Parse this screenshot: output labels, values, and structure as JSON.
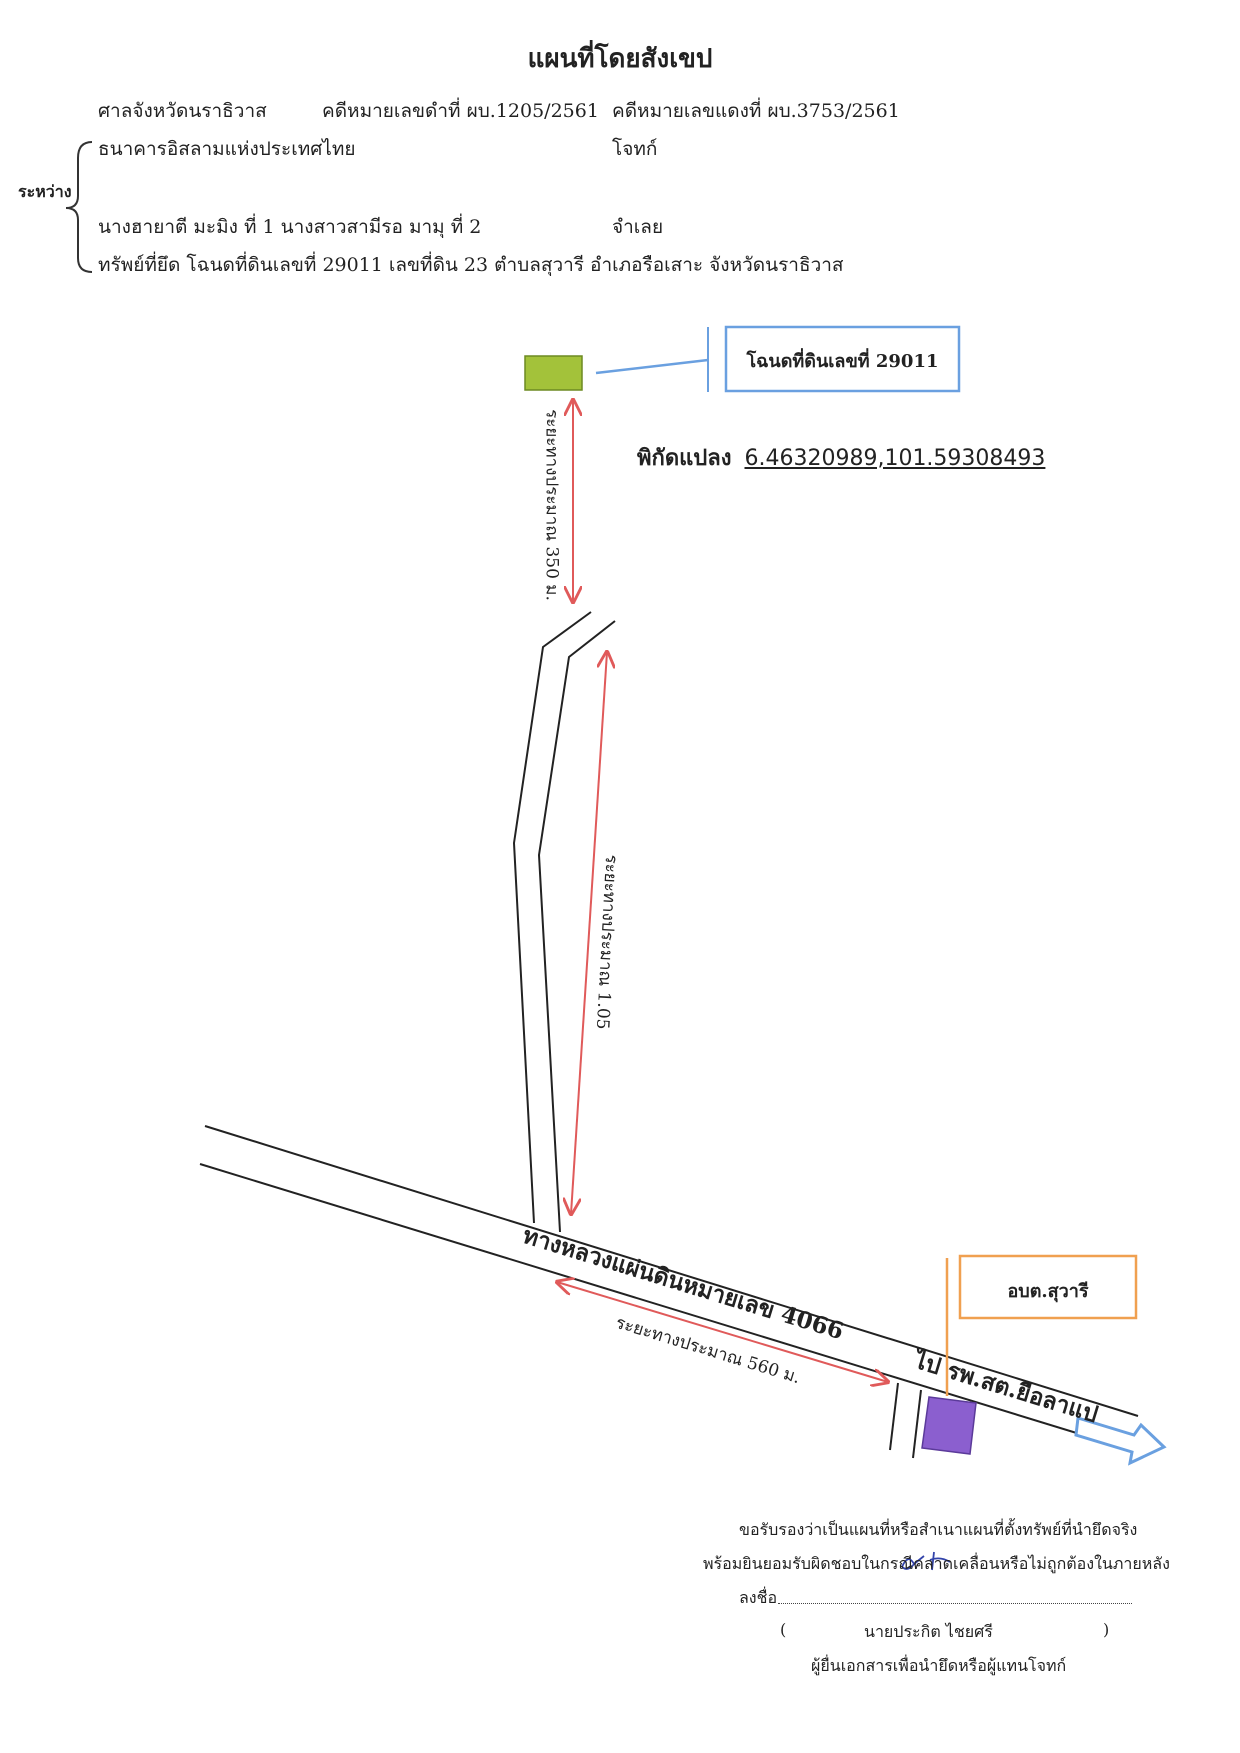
{
  "title": "แผนที่โดยสังเขป",
  "header": {
    "court": "ศาลจังหวัดนราธิวาส",
    "black_case": "คดีหมายเลขดำที่ ผบ.1205/2561",
    "red_case": "คดีหมายเลขแดงที่ ผบ.3753/2561",
    "between_label": "ระหว่าง",
    "plaintiff_name": "ธนาคารอิสลามแห่งประเทศไทย",
    "plaintiff_role": "โจทก์",
    "defendant_names": "นางฮายาตี มะมิง  ที่  1  นางสาวสามีรอ มามุ  ที่  2",
    "defendant_role": "จำเลย",
    "property": "ทรัพย์ที่ยึด   โฉนดที่ดินเลขที่ 29011 เลขที่ดิน 23 ตำบลสุวารี อำเภอรือเสาะ จังหวัดนราธิวาส"
  },
  "map": {
    "parcel_label": "โฉนดที่ดินเลขที่  29011",
    "coord_label": "พิกัดแปลง",
    "coord_value": "6.46320989,101.59308493",
    "distance_1": "ระยะทางประมาณ 350 ม.",
    "distance_2": "ระยะทางประมาณ 1.05",
    "highway_label": "ทางหลวงแผ่นดินหมายเลข 4066",
    "distance_3": "ระยะทางประมาณ 560 ม.",
    "direction_label": "ไป รพ.สต.ยือลาแป",
    "office_label": "อบต.สุวารี",
    "colors": {
      "parcel": "#a3c23a",
      "office_marker": "#8b5fcf",
      "parcel_box": "#6aa0e0",
      "office_box": "#f0a050",
      "arrow_red": "#e05a5a",
      "road": "#222222"
    }
  },
  "certification": {
    "line1": "ขอรับรองว่าเป็นแผนที่หรือสำเนาแผนที่ตั้งทรัพย์ที่นำยึดจริง",
    "line2": "พร้อมยินยอมรับผิดชอบในกรณีคลาดเคลื่อนหรือไม่ถูกต้องในภายหลัง",
    "sign_label": "ลงชื่อ",
    "paren_open": "(",
    "name": "นายประกิต  ไชยศรี",
    "paren_close": ")",
    "role": "ผู้ยื่นเอกสารเพื่อนำยึดหรือผู้แทนโจทก์"
  }
}
